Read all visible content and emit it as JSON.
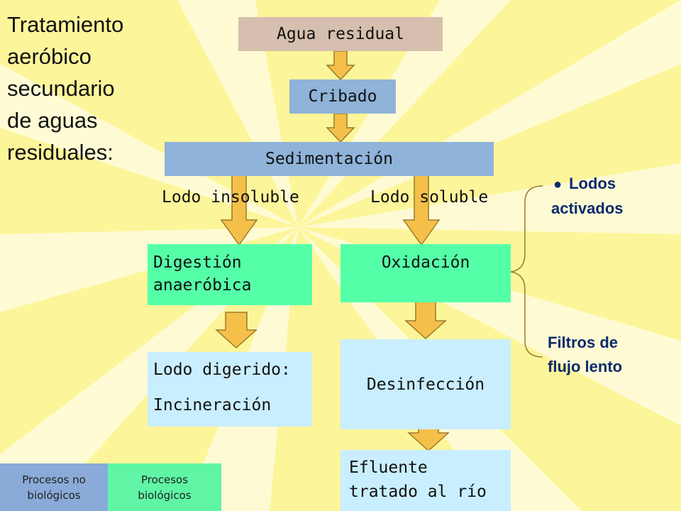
{
  "title": [
    "Tratamiento",
    "aeróbico",
    "secundario",
    "de aguas",
    "residuales:"
  ],
  "nodes": {
    "agua_residual": "Agua residual",
    "cribado": "Cribado",
    "sedimentacion": "Sedimentación",
    "digestion": [
      "Digestión",
      "anaeróbica"
    ],
    "oxidacion": "Oxidación",
    "lodo_digerido": [
      "Lodo digerido:",
      "Incineración"
    ],
    "desinfeccion": "Desinfección",
    "efluente": [
      "Efluente",
      "tratado al río"
    ]
  },
  "branch_labels": {
    "insoluble": "Lodo insoluble",
    "soluble": "Lodo soluble"
  },
  "side_notes": {
    "bullet": "●",
    "lodos": [
      "Lodos",
      "activados"
    ],
    "filtros": [
      "Filtros de",
      "flujo lento"
    ]
  },
  "nav": {
    "no_biologicos": "Procesos no biológicos",
    "biologicos": "Procesos biológicos"
  },
  "colors": {
    "background": "#fdf59a",
    "rays": "#fffde8",
    "agua_box": "#d6bfae",
    "blue_box": "#8fb3d9",
    "green_box": "#55ffa8",
    "light_blue_box": "#c9eeff",
    "arrow_fill": "#f5c04a",
    "arrow_stroke": "#9a7a2a",
    "side_text": "#0c2a6e",
    "nav_no_bio": "#8aaad8",
    "nav_bio": "#5ff5a5"
  }
}
